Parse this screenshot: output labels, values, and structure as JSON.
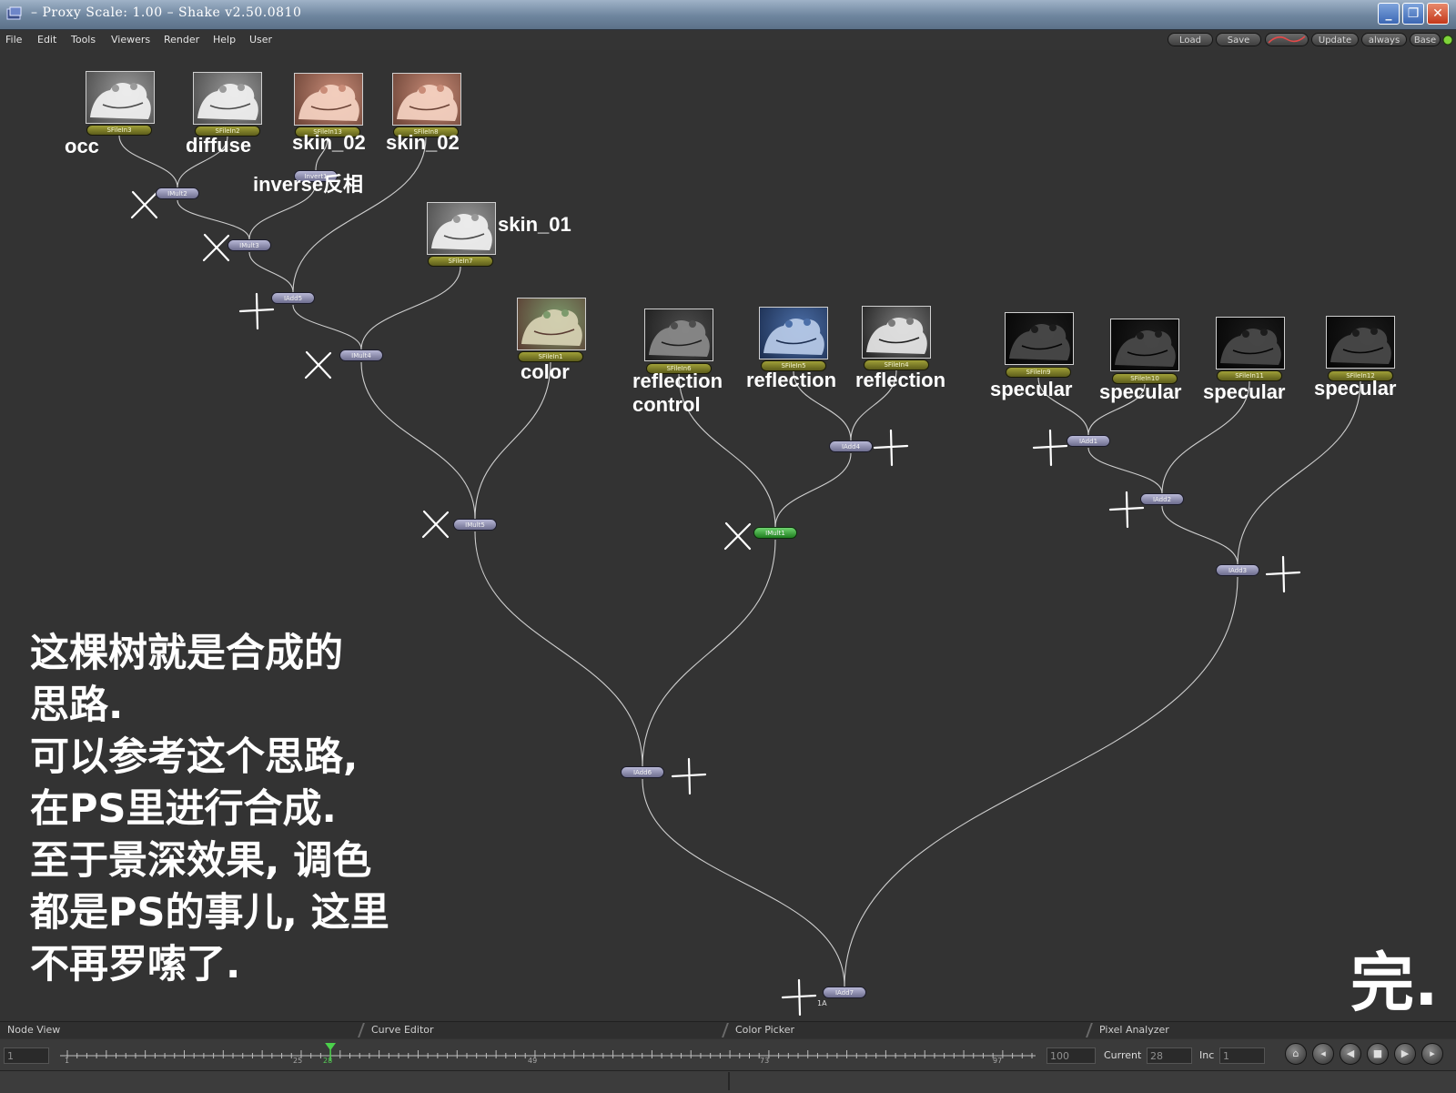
{
  "window": {
    "title": "– Proxy Scale: 1.00 – Shake v2.50.0810"
  },
  "menu": [
    "File",
    "Edit",
    "Tools",
    "Viewers",
    "Render",
    "Help",
    "User"
  ],
  "toolbar": {
    "load": "Load",
    "save": "Save",
    "update": "Update",
    "mode": "always",
    "base": "Base"
  },
  "file_nodes": [
    {
      "id": "n_occ",
      "name": "SFileIn3",
      "label": "occ",
      "shade": "white"
    },
    {
      "id": "n_diffuse",
      "name": "SFileIn2",
      "label": "diffuse",
      "shade": "white"
    },
    {
      "id": "n_skin02a",
      "name": "SFileIn13",
      "label": "skin_02",
      "shade": "pink"
    },
    {
      "id": "n_skin02b",
      "name": "SFileIn8",
      "label": "skin_02",
      "shade": "pink"
    },
    {
      "id": "n_skin01",
      "name": "SFileIn7",
      "label": "skin_01",
      "shade": "white"
    },
    {
      "id": "n_color",
      "name": "SFileIn1",
      "label": "color",
      "shade": "color"
    },
    {
      "id": "n_reflctl",
      "name": "SFileIn6",
      "label": "reflection control",
      "shade": "gray"
    },
    {
      "id": "n_refl1",
      "name": "SFileIn5",
      "label": "reflection",
      "shade": "blue"
    },
    {
      "id": "n_refl2",
      "name": "SFileIn4",
      "label": "reflection",
      "shade": "chrome"
    },
    {
      "id": "n_spec1",
      "name": "SFileIn9",
      "label": "specular",
      "shade": "black"
    },
    {
      "id": "n_spec2",
      "name": "SFileIn10",
      "label": "specular",
      "shade": "black"
    },
    {
      "id": "n_spec3",
      "name": "SFileIn11",
      "label": "specular",
      "shade": "black"
    },
    {
      "id": "n_spec4",
      "name": "SFileIn12",
      "label": "specular",
      "shade": "black"
    }
  ],
  "op_nodes": [
    {
      "id": "o_invert",
      "name": "Invert1",
      "label": "inverse反相"
    },
    {
      "id": "o_mult2",
      "name": "IMult2"
    },
    {
      "id": "o_mult3",
      "name": "IMult3"
    },
    {
      "id": "o_add5",
      "name": "IAdd5"
    },
    {
      "id": "o_mult4",
      "name": "IMult4"
    },
    {
      "id": "o_mult5",
      "name": "IMult5"
    },
    {
      "id": "o_add4",
      "name": "IAdd4"
    },
    {
      "id": "o_mult1",
      "name": "IMult1",
      "active": true
    },
    {
      "id": "o_add1",
      "name": "IAdd1"
    },
    {
      "id": "o_add2",
      "name": "IAdd2"
    },
    {
      "id": "o_add3",
      "name": "IAdd3"
    },
    {
      "id": "o_add6",
      "name": "IAdd6"
    },
    {
      "id": "o_add7",
      "name": "IAdd7",
      "badge": "1A"
    }
  ],
  "note_lines": [
    "这棵树就是合成的",
    "思路.",
    "可以参考这个思路,",
    "在PS里进行合成.",
    "至于景深效果, 调色",
    "都是PS的事儿, 这里",
    "不再罗嗦了."
  ],
  "end_mark": "完.",
  "tabs": [
    "Node View",
    "Curve Editor",
    "Color Picker",
    "Pixel Analyzer"
  ],
  "timeline": {
    "start": "1",
    "end": "100",
    "current_label": "Current",
    "current": "28",
    "inc_label": "Inc",
    "inc": "1",
    "ticks": [
      "1",
      "25",
      "28",
      "49",
      "73",
      "97"
    ]
  }
}
